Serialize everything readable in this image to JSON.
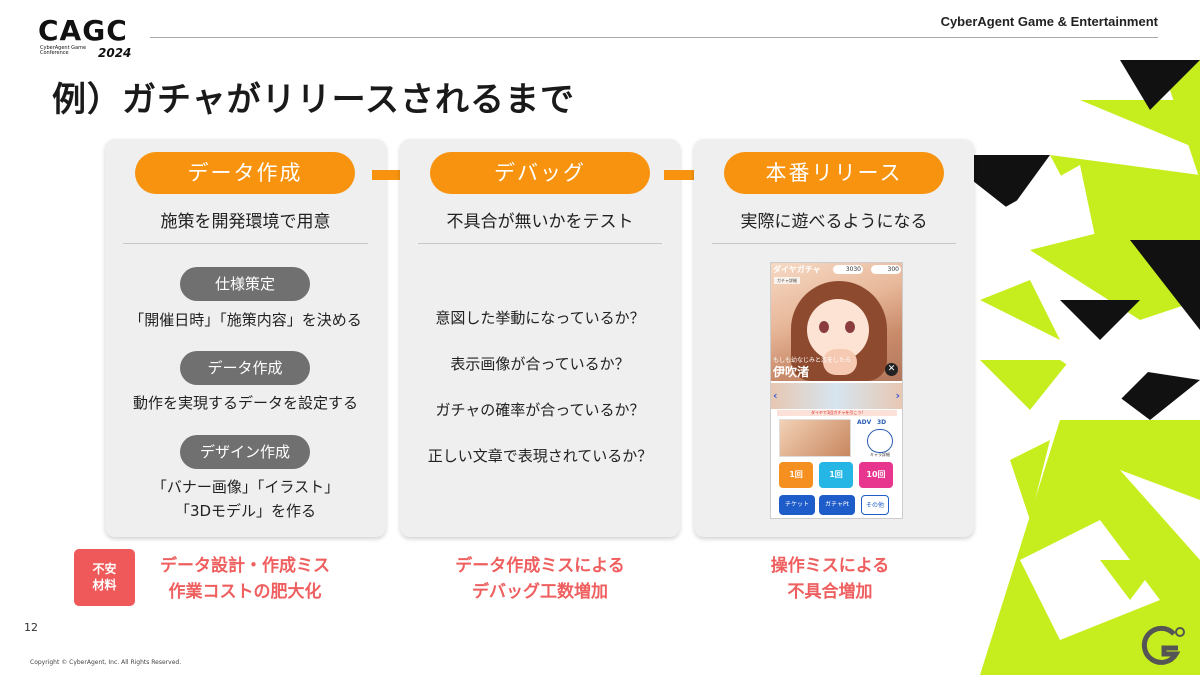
{
  "header": {
    "logo_main": "CAGC",
    "logo_sub": "CyberAgent Game Conference",
    "logo_year": "2024",
    "company": "CyberAgent Game & Entertainment"
  },
  "title": "例）ガチャがリリースされるまで",
  "steps": [
    {
      "label": "データ作成",
      "subtitle": "施策を開発環境で用意",
      "items": [
        {
          "tag": "仕様策定",
          "desc": "「開催日時」「施策内容」を決める"
        },
        {
          "tag": "データ作成",
          "desc": "動作を実現するデータを設定する"
        },
        {
          "tag": "デザイン作成",
          "desc_line1": "「バナー画像」「イラスト」",
          "desc_line2": "「3Dモデル」を作る"
        }
      ]
    },
    {
      "label": "デバッグ",
      "subtitle": "不具合が無いかをテスト",
      "checks": [
        "意図した挙動になっているか？",
        "表示画像が合っているか？",
        "ガチャの確率が合っているか？",
        "正しい文章で表現されているか？"
      ]
    },
    {
      "label": "本番リリース",
      "subtitle": "実際に遊べるようになる",
      "phone": {
        "title": "ダイヤガチャ",
        "counter1": "3030",
        "counter2": "300",
        "tag": "ガチャ詳細",
        "caption": "もしも幼なじみと恋をしたら",
        "name": "伊吹渚",
        "close": "✕",
        "nav_left": "‹",
        "nav_right": "›",
        "strip": "ダイヤで1回ガチャを引こう!",
        "mode_adv": "ADV",
        "mode_3d": "3D",
        "chara_label": "キャラ詳細",
        "btn1": "1回",
        "btn2": "1回",
        "btn3": "10回",
        "ticket": "チケット",
        "gacha_pt": "ガチャPt",
        "other": "その他"
      }
    }
  ],
  "anxiety_badge": {
    "line1": "不安",
    "line2": "材料"
  },
  "risks": [
    {
      "line1": "データ設計・作成ミス",
      "line2": "作業コストの肥大化"
    },
    {
      "line1": "データ作成ミスによる",
      "line2": "デバッグ工数増加"
    },
    {
      "line1": "操作ミスによる",
      "line2": "不具合増加"
    }
  ],
  "page_number": "12",
  "copyright": "Copyright © CyberAgent, Inc. All Rights Reserved.",
  "colors": {
    "orange": "#f7930f",
    "gray_pill": "#707070",
    "risk_red": "#ef5f5f",
    "lime": "#c6ee1e",
    "panel_bg": "#efefef"
  }
}
